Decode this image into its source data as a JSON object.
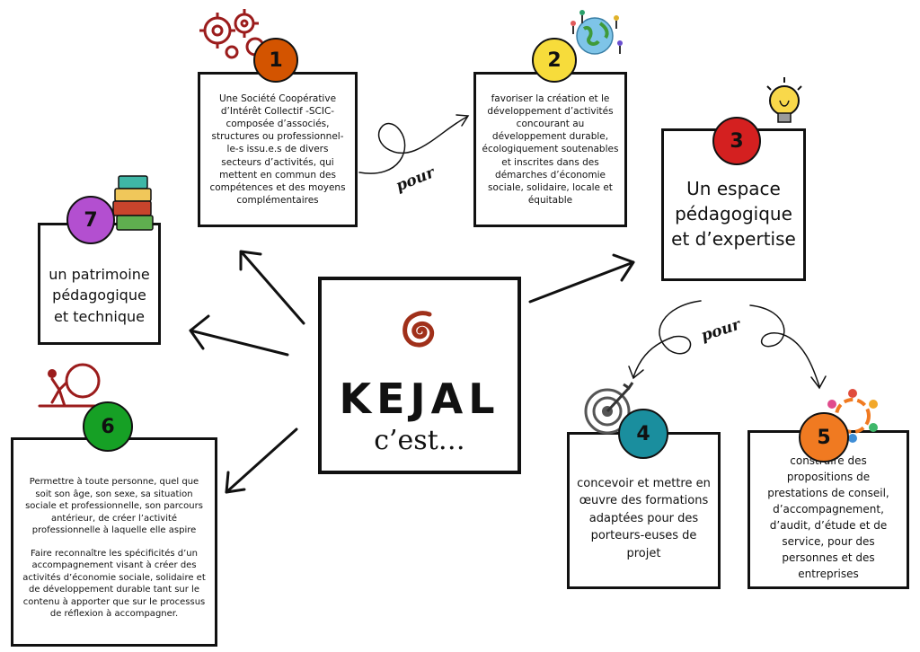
{
  "center": {
    "title": "KEJAL",
    "subtitle": "c’est…"
  },
  "connector_label": "pour",
  "nodes": [
    {
      "number": "1",
      "color": "#d35400",
      "text": "Une Société Coopérative d’Intérêt Collectif -SCIC- composée d’associés, structures ou professionnel-le-s issu.e.s de divers secteurs d’activités, qui mettent en commun des compétences et des moyens complémentaires"
    },
    {
      "number": "2",
      "color": "#f7dc3b",
      "text": "favoriser la création et le développement d’activités concourant au développement durable, écologiquement soutenables et inscrites dans des démarches d’économie sociale, solidaire, locale et équitable"
    },
    {
      "number": "3",
      "color": "#d42020",
      "text": "Un espace pédagogique et d’expertise"
    },
    {
      "number": "4",
      "color": "#1a8e9e",
      "text": "concevoir et mettre en œuvre des formations adaptées pour des porteurs-euses de projet"
    },
    {
      "number": "5",
      "color": "#f07a21",
      "text": "construire des propositions de prestations de conseil, d’accompagnement, d’audit, d’étude et de service, pour des personnes et des entreprises"
    },
    {
      "number": "6",
      "color": "#16a025",
      "text": "Permettre à toute personne, quel que soit son âge, son sexe, sa situation sociale et professionnelle, son parcours antérieur, de créer l’activité professionnelle à laquelle elle aspire",
      "text2": "Faire reconnaître les spécificités d’un accompagnement visant à créer des activités d’économie sociale, solidaire et de développement durable tant sur le contenu à apporter que sur le processus de réflexion à accompagner."
    },
    {
      "number": "7",
      "color": "#b34fd0",
      "text": "un patrimoine pédagogique et technique"
    }
  ],
  "icons": {
    "node1": "gears-icon",
    "node2": "earth-people-icon",
    "node3": "lightbulb-icon",
    "node4": "target-icon",
    "node5": "people-circle-icon",
    "node6": "person-pushing-boulder-icon",
    "node7": "suitcases-icon",
    "center": "spiral-logo-icon"
  }
}
